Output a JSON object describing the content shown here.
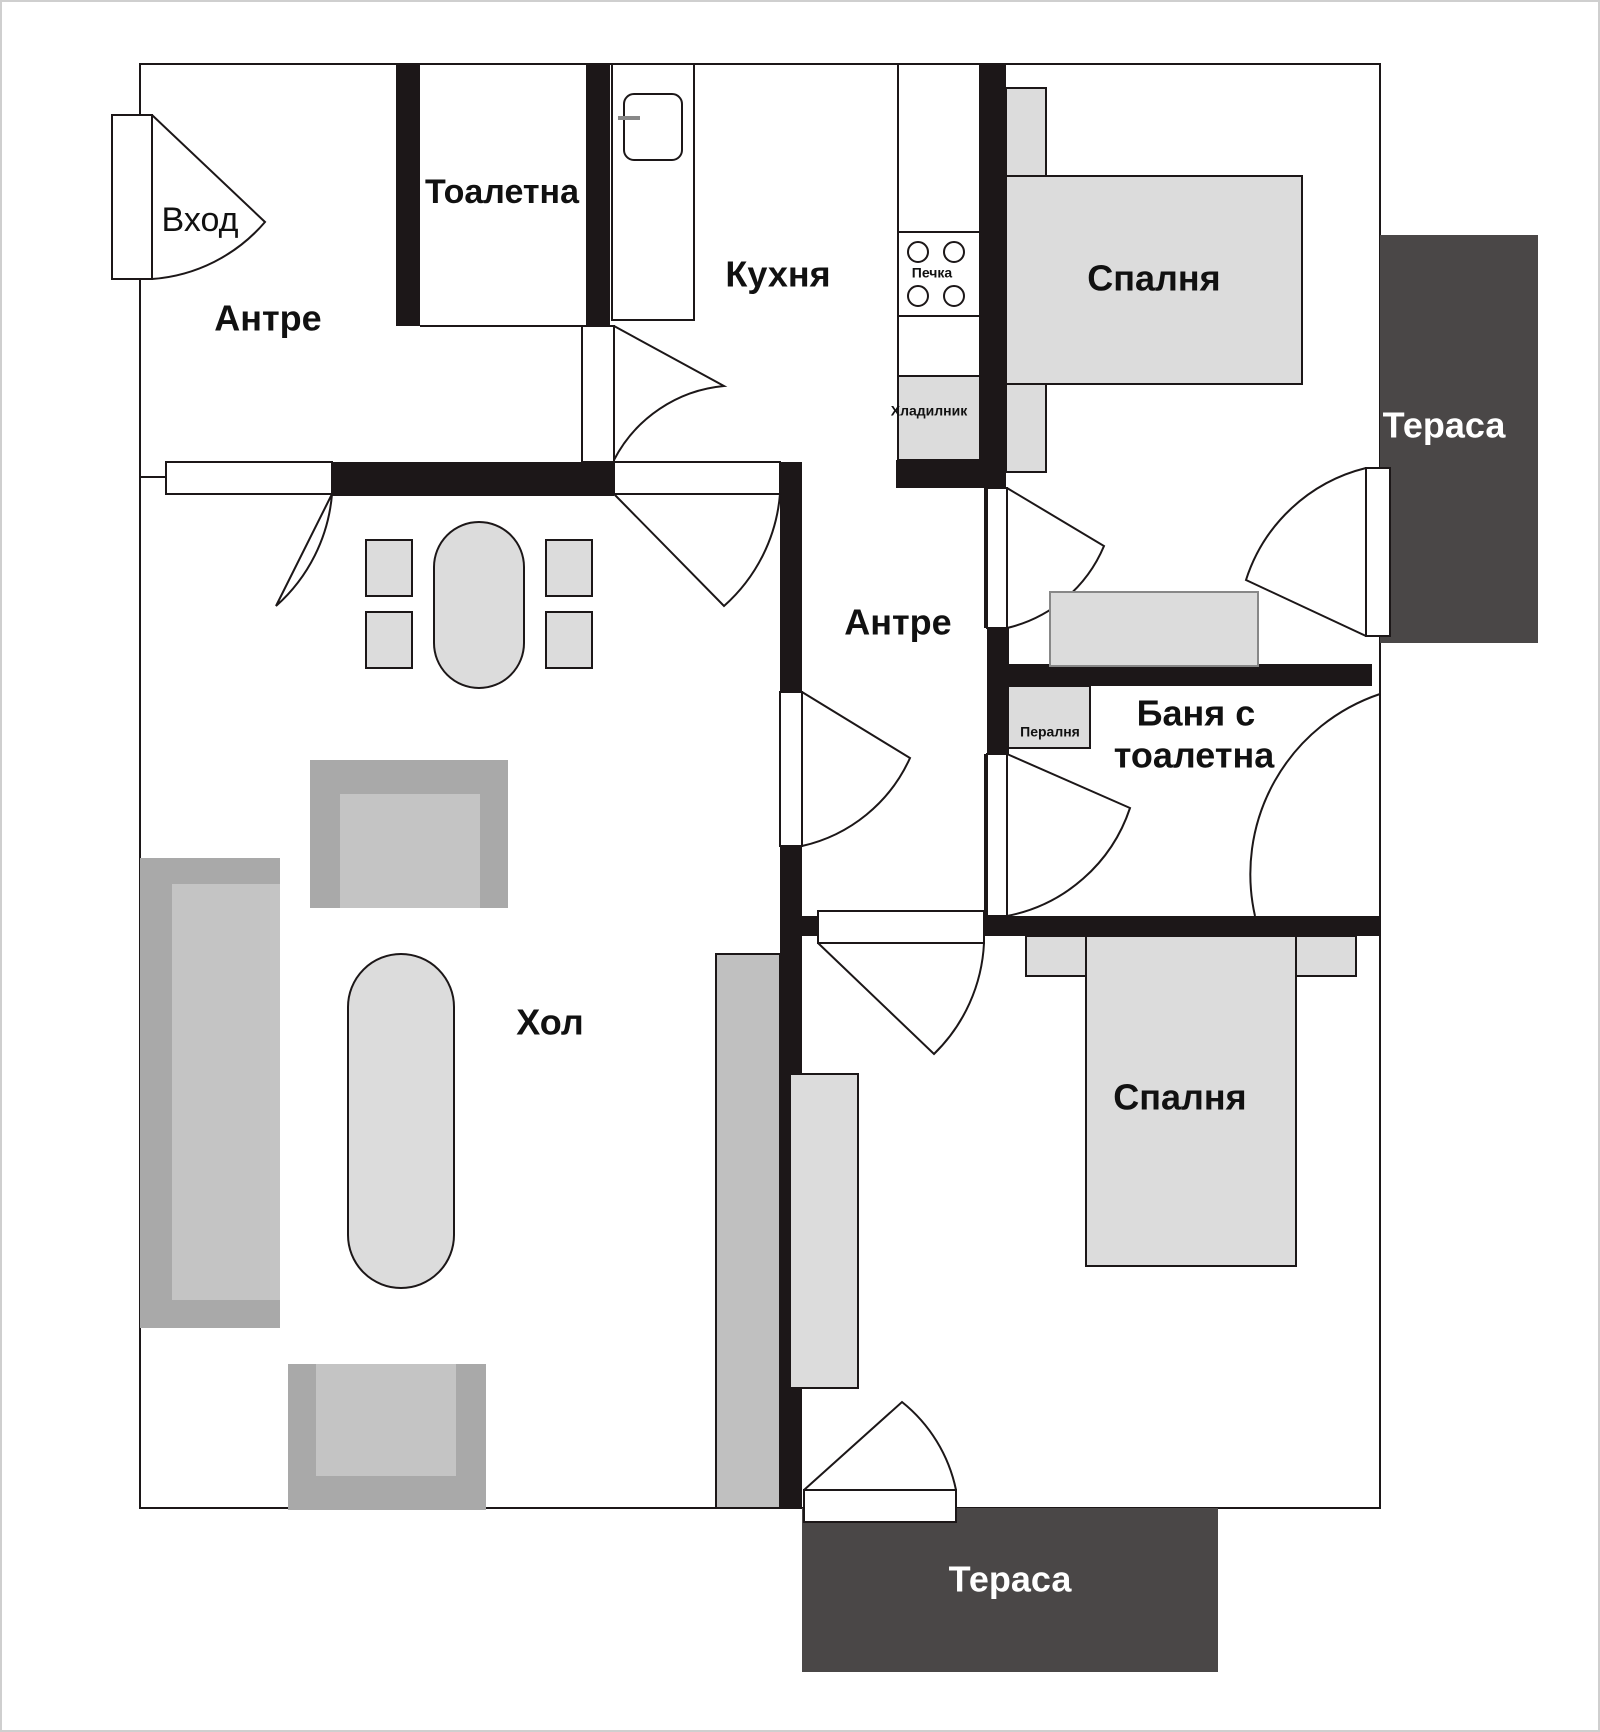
{
  "rooms": {
    "entrance_left": "Антре",
    "entrance_center": "Антре",
    "entry": "Вход",
    "toilet": "Тоалетна",
    "kitchen": "Кухня",
    "bedroom_top": "Спалня",
    "bedroom_bottom": "Спалня",
    "terrace_right": "Тераса",
    "terrace_bottom": "Тераса",
    "living": "Хол",
    "bathroom_line1": "Баня с",
    "bathroom_line2": "тоалетна"
  },
  "fixtures": {
    "stove": "Печка",
    "fridge": "Хладилник",
    "washer": "Пералня"
  },
  "colors": {
    "wall": "#1c1718",
    "terrace": "#4a4747",
    "furniture_light": "#dcdcdc",
    "sofa_outer": "#a9a9a9",
    "sofa_inner": "#c4c4c4",
    "shelf": "#c0c0c0"
  }
}
